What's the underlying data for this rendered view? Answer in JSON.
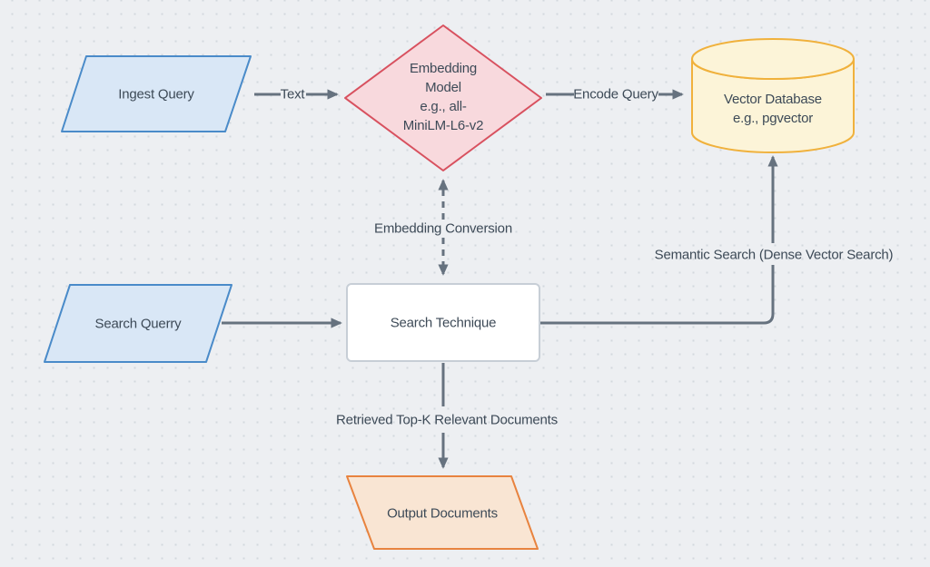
{
  "diagram": {
    "background": {
      "color": "#edeff2",
      "dot_color": "#d3d8dd"
    },
    "text_color": "#3d4a57",
    "connector_color": "#66727f",
    "nodes": {
      "ingest_query": {
        "shape": "parallelogram",
        "label": "Ingest Query",
        "fill": "#d9e7f6",
        "stroke": "#4a8bc9"
      },
      "embedding_model": {
        "shape": "diamond",
        "label": "Embedding\nModel\ne.g., all-\nMiniLM-L6-v2",
        "fill": "#f8d9dd",
        "stroke": "#d8515f"
      },
      "vector_database": {
        "shape": "cylinder",
        "label": "Vector Database\ne.g., pgvector",
        "fill": "#fcf4d8",
        "stroke": "#f0b13c"
      },
      "search_query": {
        "shape": "parallelogram",
        "label": "Search Querry",
        "fill": "#d9e7f6",
        "stroke": "#4a8bc9"
      },
      "search_technique": {
        "shape": "rectangle",
        "label": "Search Technique",
        "fill": "#ffffff",
        "stroke": "#c7ced6"
      },
      "output_documents": {
        "shape": "parallelogram",
        "label": "Output Documents",
        "fill": "#f9e5d3",
        "stroke": "#e8833f"
      }
    },
    "edges": {
      "ingest_to_embedding": {
        "label": "Text",
        "style": "solid"
      },
      "embedding_to_vectordb": {
        "label": "Encode Query",
        "style": "solid"
      },
      "embedding_conversion": {
        "label": "Embedding Conversion",
        "style": "dashed-bidirectional"
      },
      "searchquery_to_technique": {
        "label": "",
        "style": "solid"
      },
      "technique_to_vectordb": {
        "label": "Semantic Search (Dense Vector Search)",
        "style": "solid"
      },
      "technique_to_output": {
        "label": "Retrieved Top-K Relevant Documents",
        "style": "solid"
      }
    }
  }
}
